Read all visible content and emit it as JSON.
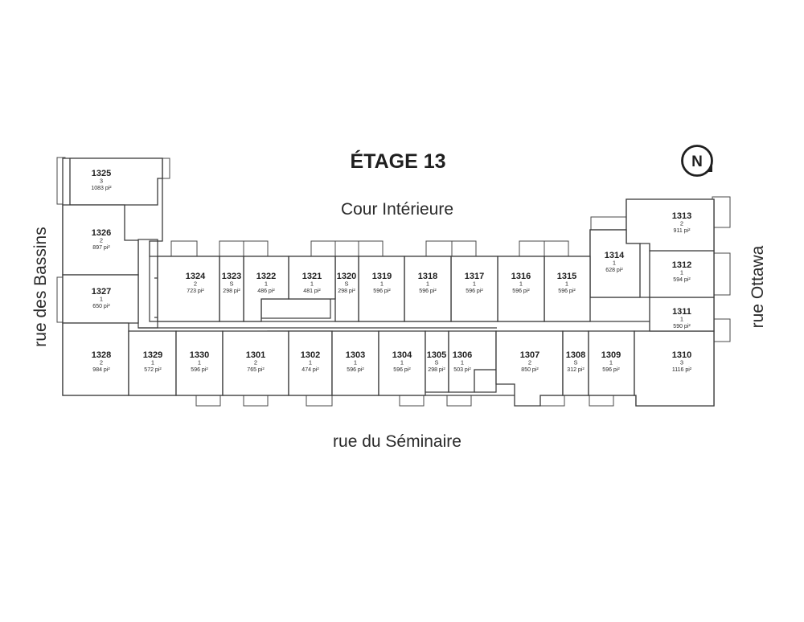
{
  "title": "ÉTAGE 13",
  "north_label": "N",
  "streets": {
    "courtyard": "Cour Intérieure",
    "south": "rue du Séminaire",
    "west": "rue des Bassins",
    "east": "rue Ottawa"
  },
  "units": [
    {
      "id": "1325",
      "type": "3",
      "area": "1083 pi²"
    },
    {
      "id": "1326",
      "type": "2",
      "area": "897 pi²"
    },
    {
      "id": "1327",
      "type": "1",
      "area": "650 pi²"
    },
    {
      "id": "1328",
      "type": "2",
      "area": "984 pi²"
    },
    {
      "id": "1329",
      "type": "1",
      "area": "572 pi²"
    },
    {
      "id": "1330",
      "type": "1",
      "area": "596 pi²"
    },
    {
      "id": "1301",
      "type": "2",
      "area": "765 pi²"
    },
    {
      "id": "1302",
      "type": "1",
      "area": "474 pi²"
    },
    {
      "id": "1303",
      "type": "1",
      "area": "596 pi²"
    },
    {
      "id": "1304",
      "type": "1",
      "area": "596 pi²"
    },
    {
      "id": "1305",
      "type": "S",
      "area": "298 pi²"
    },
    {
      "id": "1306",
      "type": "1",
      "area": "503 pi²"
    },
    {
      "id": "1307",
      "type": "2",
      "area": "850 pi²"
    },
    {
      "id": "1308",
      "type": "S",
      "area": "312 pi²"
    },
    {
      "id": "1309",
      "type": "1",
      "area": "596 pi²"
    },
    {
      "id": "1310",
      "type": "3",
      "area": "1116 pi²"
    },
    {
      "id": "1311",
      "type": "1",
      "area": "590 pi²"
    },
    {
      "id": "1312",
      "type": "1",
      "area": "594 pi²"
    },
    {
      "id": "1313",
      "type": "2",
      "area": "911 pi²"
    },
    {
      "id": "1314",
      "type": "1",
      "area": "628 pi²"
    },
    {
      "id": "1315",
      "type": "1",
      "area": "596 pi²"
    },
    {
      "id": "1316",
      "type": "1",
      "area": "596 pi²"
    },
    {
      "id": "1317",
      "type": "1",
      "area": "596 pi²"
    },
    {
      "id": "1318",
      "type": "1",
      "area": "596 pi²"
    },
    {
      "id": "1319",
      "type": "1",
      "area": "596 pi²"
    },
    {
      "id": "1320",
      "type": "S",
      "area": "298 pi²"
    },
    {
      "id": "1321",
      "type": "1",
      "area": "481 pi²"
    },
    {
      "id": "1322",
      "type": "1",
      "area": "486 pi²"
    },
    {
      "id": "1323",
      "type": "S",
      "area": "298 pi²"
    },
    {
      "id": "1324",
      "type": "2",
      "area": "723 pi²"
    }
  ]
}
